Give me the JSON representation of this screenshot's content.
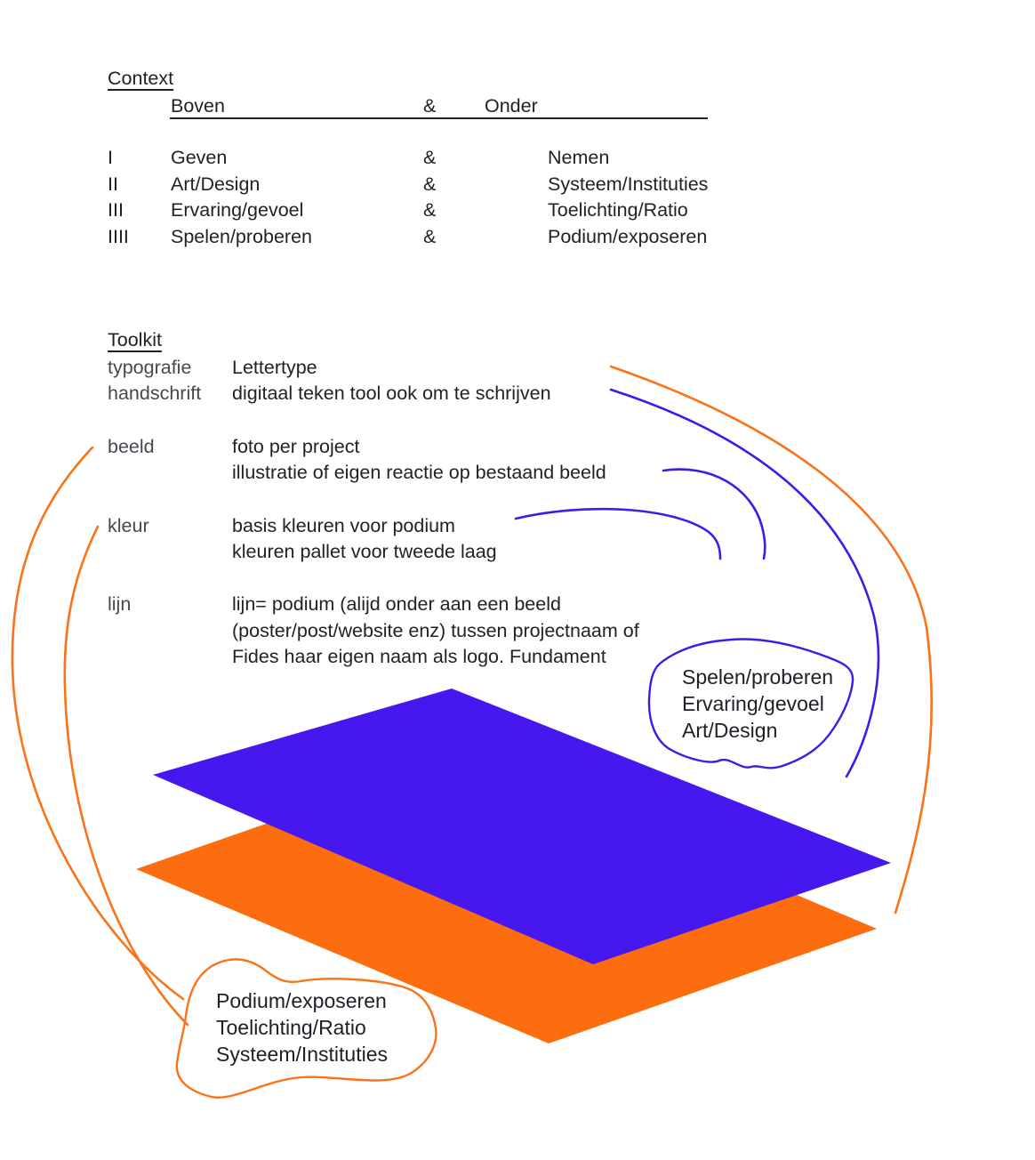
{
  "context": {
    "title": "Context",
    "header": {
      "boven": "Boven",
      "amp": "&",
      "onder": "Onder"
    },
    "rows": [
      {
        "num": "I",
        "boven": "Geven",
        "amp": "&",
        "onder": "Nemen"
      },
      {
        "num": "II",
        "boven": "Art/Design",
        "amp": "&",
        "onder": "Systeem/Instituties"
      },
      {
        "num": "III",
        "boven": "Ervaring/gevoel",
        "amp": "&",
        "onder": "Toelichting/Ratio"
      },
      {
        "num": "IIII",
        "boven": "Spelen/proberen",
        "amp": "&",
        "onder": "Podium/exposeren"
      }
    ]
  },
  "toolkit": {
    "title": "Toolkit",
    "entries": [
      {
        "term": "typografie",
        "lines": [
          "Lettertype"
        ]
      },
      {
        "term": "handschrift",
        "lines": [
          "digitaal teken tool ook om te schrijven"
        ]
      },
      {
        "term": "beeld",
        "lines": [
          "foto per project",
          "illustratie of eigen reactie op bestaand beeld"
        ]
      },
      {
        "term": "kleur",
        "lines": [
          "basis kleuren voor podium",
          "kleuren pallet voor tweede laag"
        ]
      },
      {
        "term": "lijn",
        "lines": [
          "lijn= podium (alijd onder aan een beeld",
          "(poster/post/website enz) tussen projectnaam of",
          "Fides haar eigen naam als logo. Fundament"
        ]
      }
    ]
  },
  "diagram": {
    "top_layer_label_lines": [
      "Spelen/proberen",
      "Ervaring/gevoel",
      "Art/Design"
    ],
    "bottom_layer_label_lines": [
      "Podium/exposeren",
      "Toelichting/Ratio",
      "Systeem/Instituties"
    ],
    "colors": {
      "blue_fill": "#4617ee",
      "orange_fill": "#fb6d0e",
      "blue_line": "#4418e8",
      "orange_line": "#f8731a"
    }
  }
}
